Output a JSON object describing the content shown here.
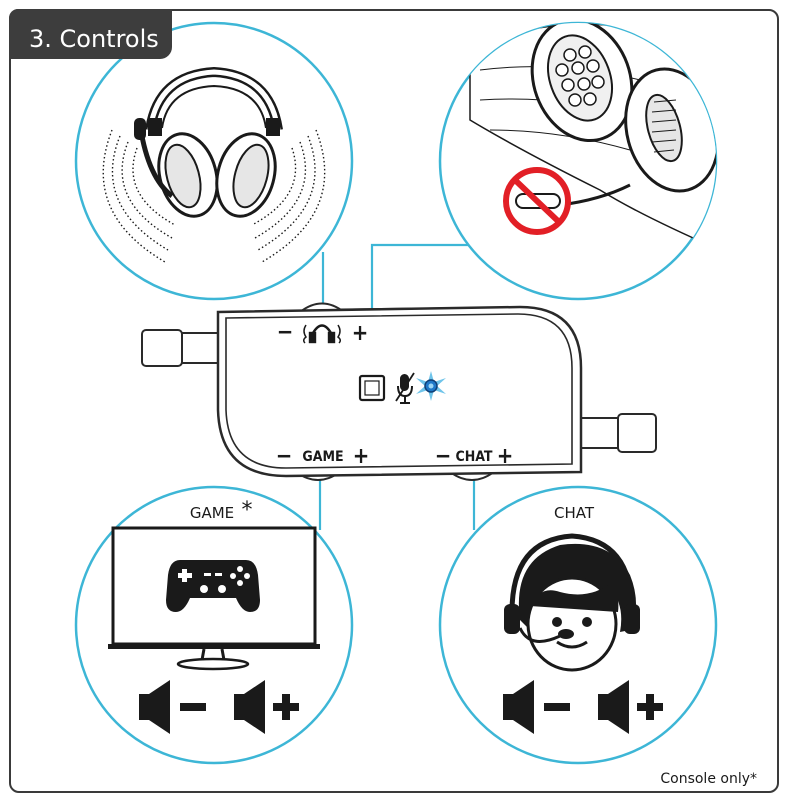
{
  "header": {
    "title": "3. Controls"
  },
  "device": {
    "game_label": "GAME",
    "chat_label": "CHAT",
    "minus": "−",
    "plus": "+"
  },
  "circles": {
    "game_label": "GAME",
    "game_asterisk": "*",
    "chat_label": "CHAT"
  },
  "footer": {
    "note": "Console only*"
  },
  "colors": {
    "accent": "#3db6d6",
    "border": "#3a3a3a",
    "tab": "#3d3d3d",
    "prohibit": "#e21f26",
    "led": "#1e78c8"
  },
  "icons": [
    "headset-icon",
    "mic-mute-icon",
    "led-icon",
    "gamepad-icon",
    "volume-down-icon",
    "volume-up-icon",
    "prohibited-icon",
    "person-headset-icon"
  ]
}
